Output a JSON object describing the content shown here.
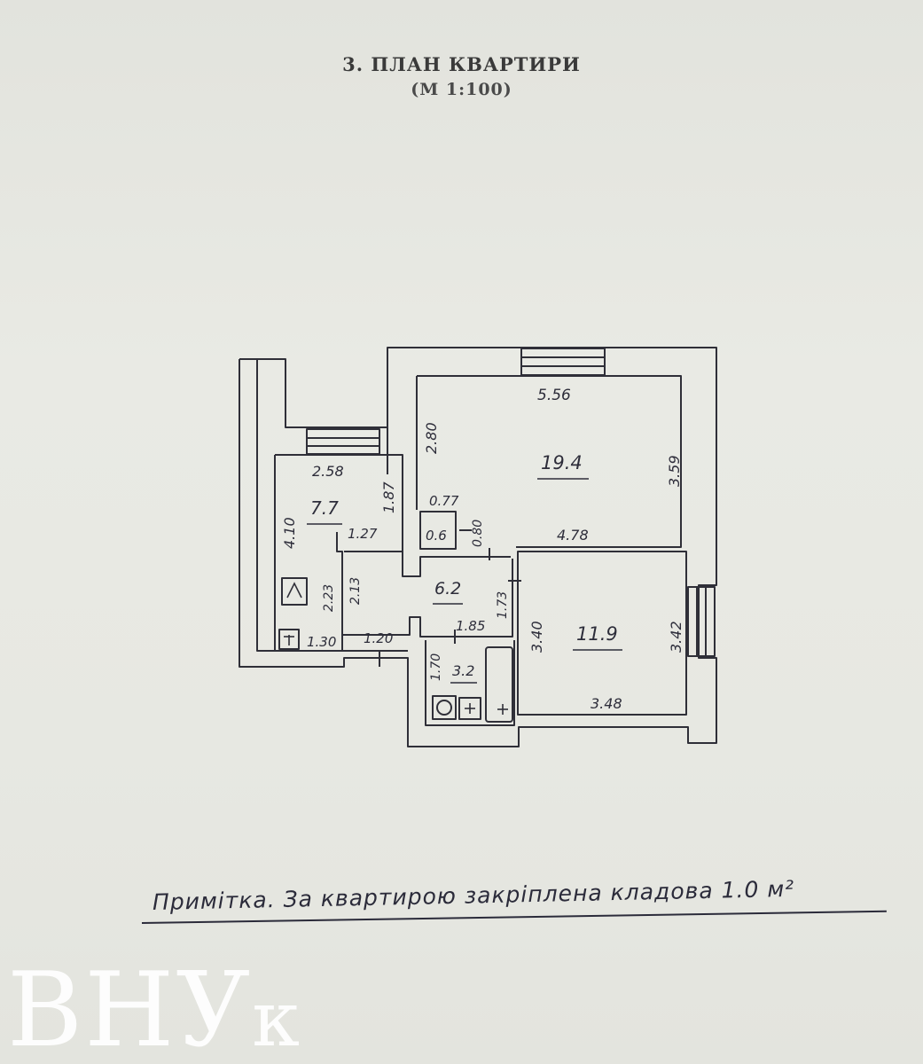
{
  "header": {
    "title": "3. ПЛАН КВАРТИРИ",
    "scale": "(М 1:100)"
  },
  "rooms": {
    "living_room": {
      "area": "19.4",
      "width_top": "5.56",
      "height_left": "2.80",
      "height_right": "3.59",
      "width_bottom": "4.78"
    },
    "closet": {
      "area": "0.6",
      "width": "0.77",
      "height": "0.80"
    },
    "kitchen": {
      "area": "7.7",
      "width": "2.58",
      "height": "4.10",
      "height_right": "1.87",
      "width_bottom": "1.27",
      "lower_height": "2.23",
      "lower_width": "1.30"
    },
    "corridor_left": {
      "height": "2.13",
      "width": "1.20"
    },
    "hall": {
      "area": "6.2",
      "height": "1.73",
      "width": "1.85"
    },
    "bedroom": {
      "area": "11.9",
      "height_left": "3.40",
      "height_right": "3.42",
      "width": "3.48"
    },
    "bathroom": {
      "area": "3.2",
      "height": "1.70"
    }
  },
  "note": "Примітка. За квартирою закріплена кладова 1.0 м²",
  "watermark": {
    "main": "ВНУ",
    "tail": "к"
  },
  "colors": {
    "paper": "#e6e7e1",
    "line": "#2f2f38",
    "ink": "#2d2d3a",
    "watermark": "#ffffff"
  }
}
